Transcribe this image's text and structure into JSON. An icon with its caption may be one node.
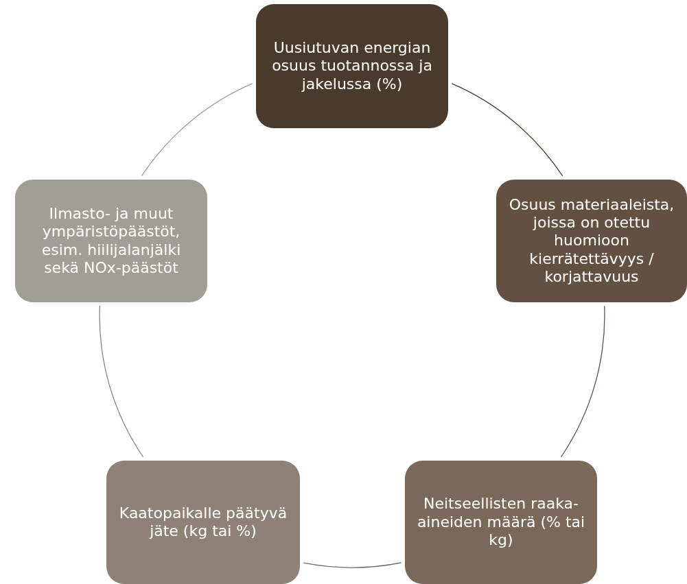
{
  "diagram": {
    "nodes": [
      {
        "text": [
          "Uusiutuvan energian osuus tuotannossa ja jakelussa (%)"
        ]
      },
      {
        "text": [
          "Osuus materiaaleista, joissa on otettu huomioon kierrätettävyys / korjattavuus"
        ]
      },
      {
        "text": [
          "Neitseellisten raaka-aineiden määrä (% tai kg)"
        ]
      },
      {
        "text": [
          "Kaatopaikalle päätyvä jäte (kg tai %)"
        ]
      },
      {
        "text": [
          "Ilmasto- ja muut ympäristöpäästöt, esim. hiilijalanjälki sekä NOx-päästöt"
        ]
      }
    ],
    "edges": [
      {
        "from": 0,
        "to": 1,
        "arrow": "none",
        "color": "#4a3a2c"
      },
      {
        "from": 1,
        "to": 2,
        "arrow": "none",
        "color": "#625140"
      },
      {
        "from": 2,
        "to": 3,
        "arrow": "none",
        "color": "#7a6858"
      },
      {
        "from": 3,
        "to": 4,
        "arrow": "none",
        "color": "#8e8276"
      },
      {
        "from": 4,
        "to": 0,
        "arrow": "none",
        "color": "#a19d97"
      }
    ]
  }
}
